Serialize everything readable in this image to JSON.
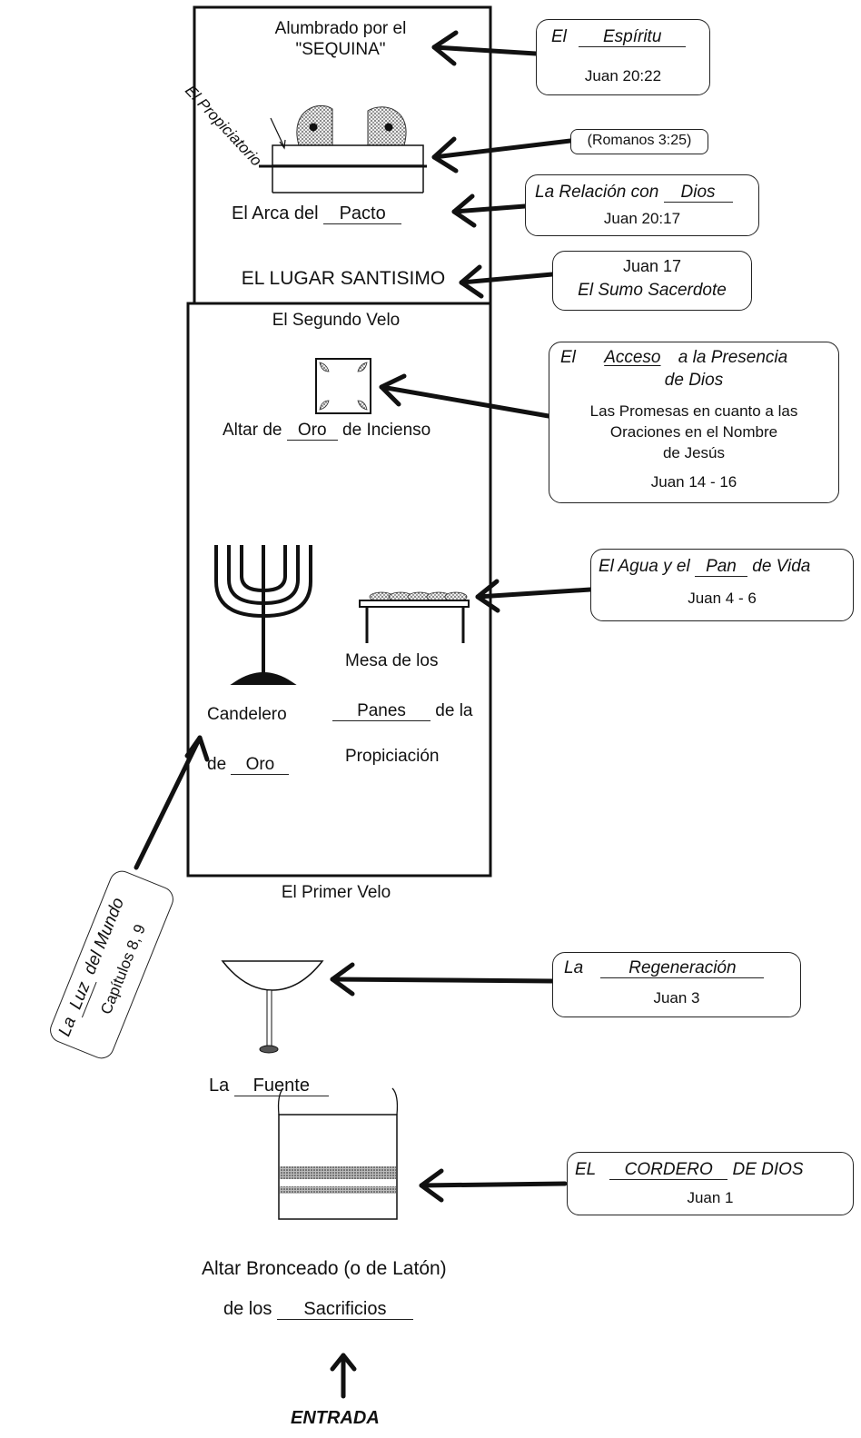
{
  "lugar_santisimo": {
    "alumbrado_line1": "Alumbrado por el",
    "alumbrado_line2": "\"SEQUINA\"",
    "propiciatorio": "El Propiciatorio",
    "arca_prefix": "El Arca del",
    "arca_blank": "Pacto",
    "title": "EL LUGAR SANTISIMO"
  },
  "segundo_velo": "El Segundo Velo",
  "lugar_santo": {
    "altar_prefix": "Altar de",
    "altar_blank": "Oro",
    "altar_suffix": "de Incienso",
    "mesa_line1": "Mesa de los",
    "mesa_blank": "Panes",
    "mesa_suffix": "de la",
    "mesa_line3": "Propiciación",
    "candelero_line1": "Candelero",
    "candelero_prefix": "de",
    "candelero_blank": "Oro"
  },
  "primer_velo": "El Primer Velo",
  "atrio": {
    "fuente_prefix": "La",
    "fuente_blank": "Fuente",
    "altar_line1": "Altar Bronceado (o de Latón)",
    "altar_prefix": "de los",
    "altar_blank": "Sacrificios",
    "entrada": "ENTRADA"
  },
  "callouts": {
    "espiritu": {
      "prefix": "El",
      "blank": "Espíritu",
      "ref": "Juan 20:22"
    },
    "romanos": {
      "text": "(Romanos 3:25)"
    },
    "relacion": {
      "prefix": "La Relación con",
      "blank": "Dios",
      "ref": "Juan 20:17"
    },
    "sumo": {
      "ref": "Juan 17",
      "text": "El Sumo Sacerdote"
    },
    "acceso": {
      "prefix": "El",
      "blank": "Acceso",
      "suffix": "a la Presencia",
      "line2": "de Dios",
      "body1": "Las Promesas en cuanto a las",
      "body2": "Oraciones en el Nombre",
      "body3": "de Jesús",
      "ref": "Juan 14 - 16"
    },
    "agua": {
      "prefix": "El Agua y el",
      "blank": "Pan",
      "suffix": "de Vida",
      "ref": "Juan 4 - 6"
    },
    "luz": {
      "prefix": "La",
      "blank": "Luz",
      "suffix": "del Mundo",
      "ref": "Capítulos 8, 9"
    },
    "regeneracion": {
      "prefix": "La",
      "blank": "Regeneración",
      "ref": "Juan 3"
    },
    "cordero": {
      "prefix": "EL",
      "blank": "CORDERO",
      "suffix": "DE DIOS",
      "ref": "Juan 1"
    }
  }
}
